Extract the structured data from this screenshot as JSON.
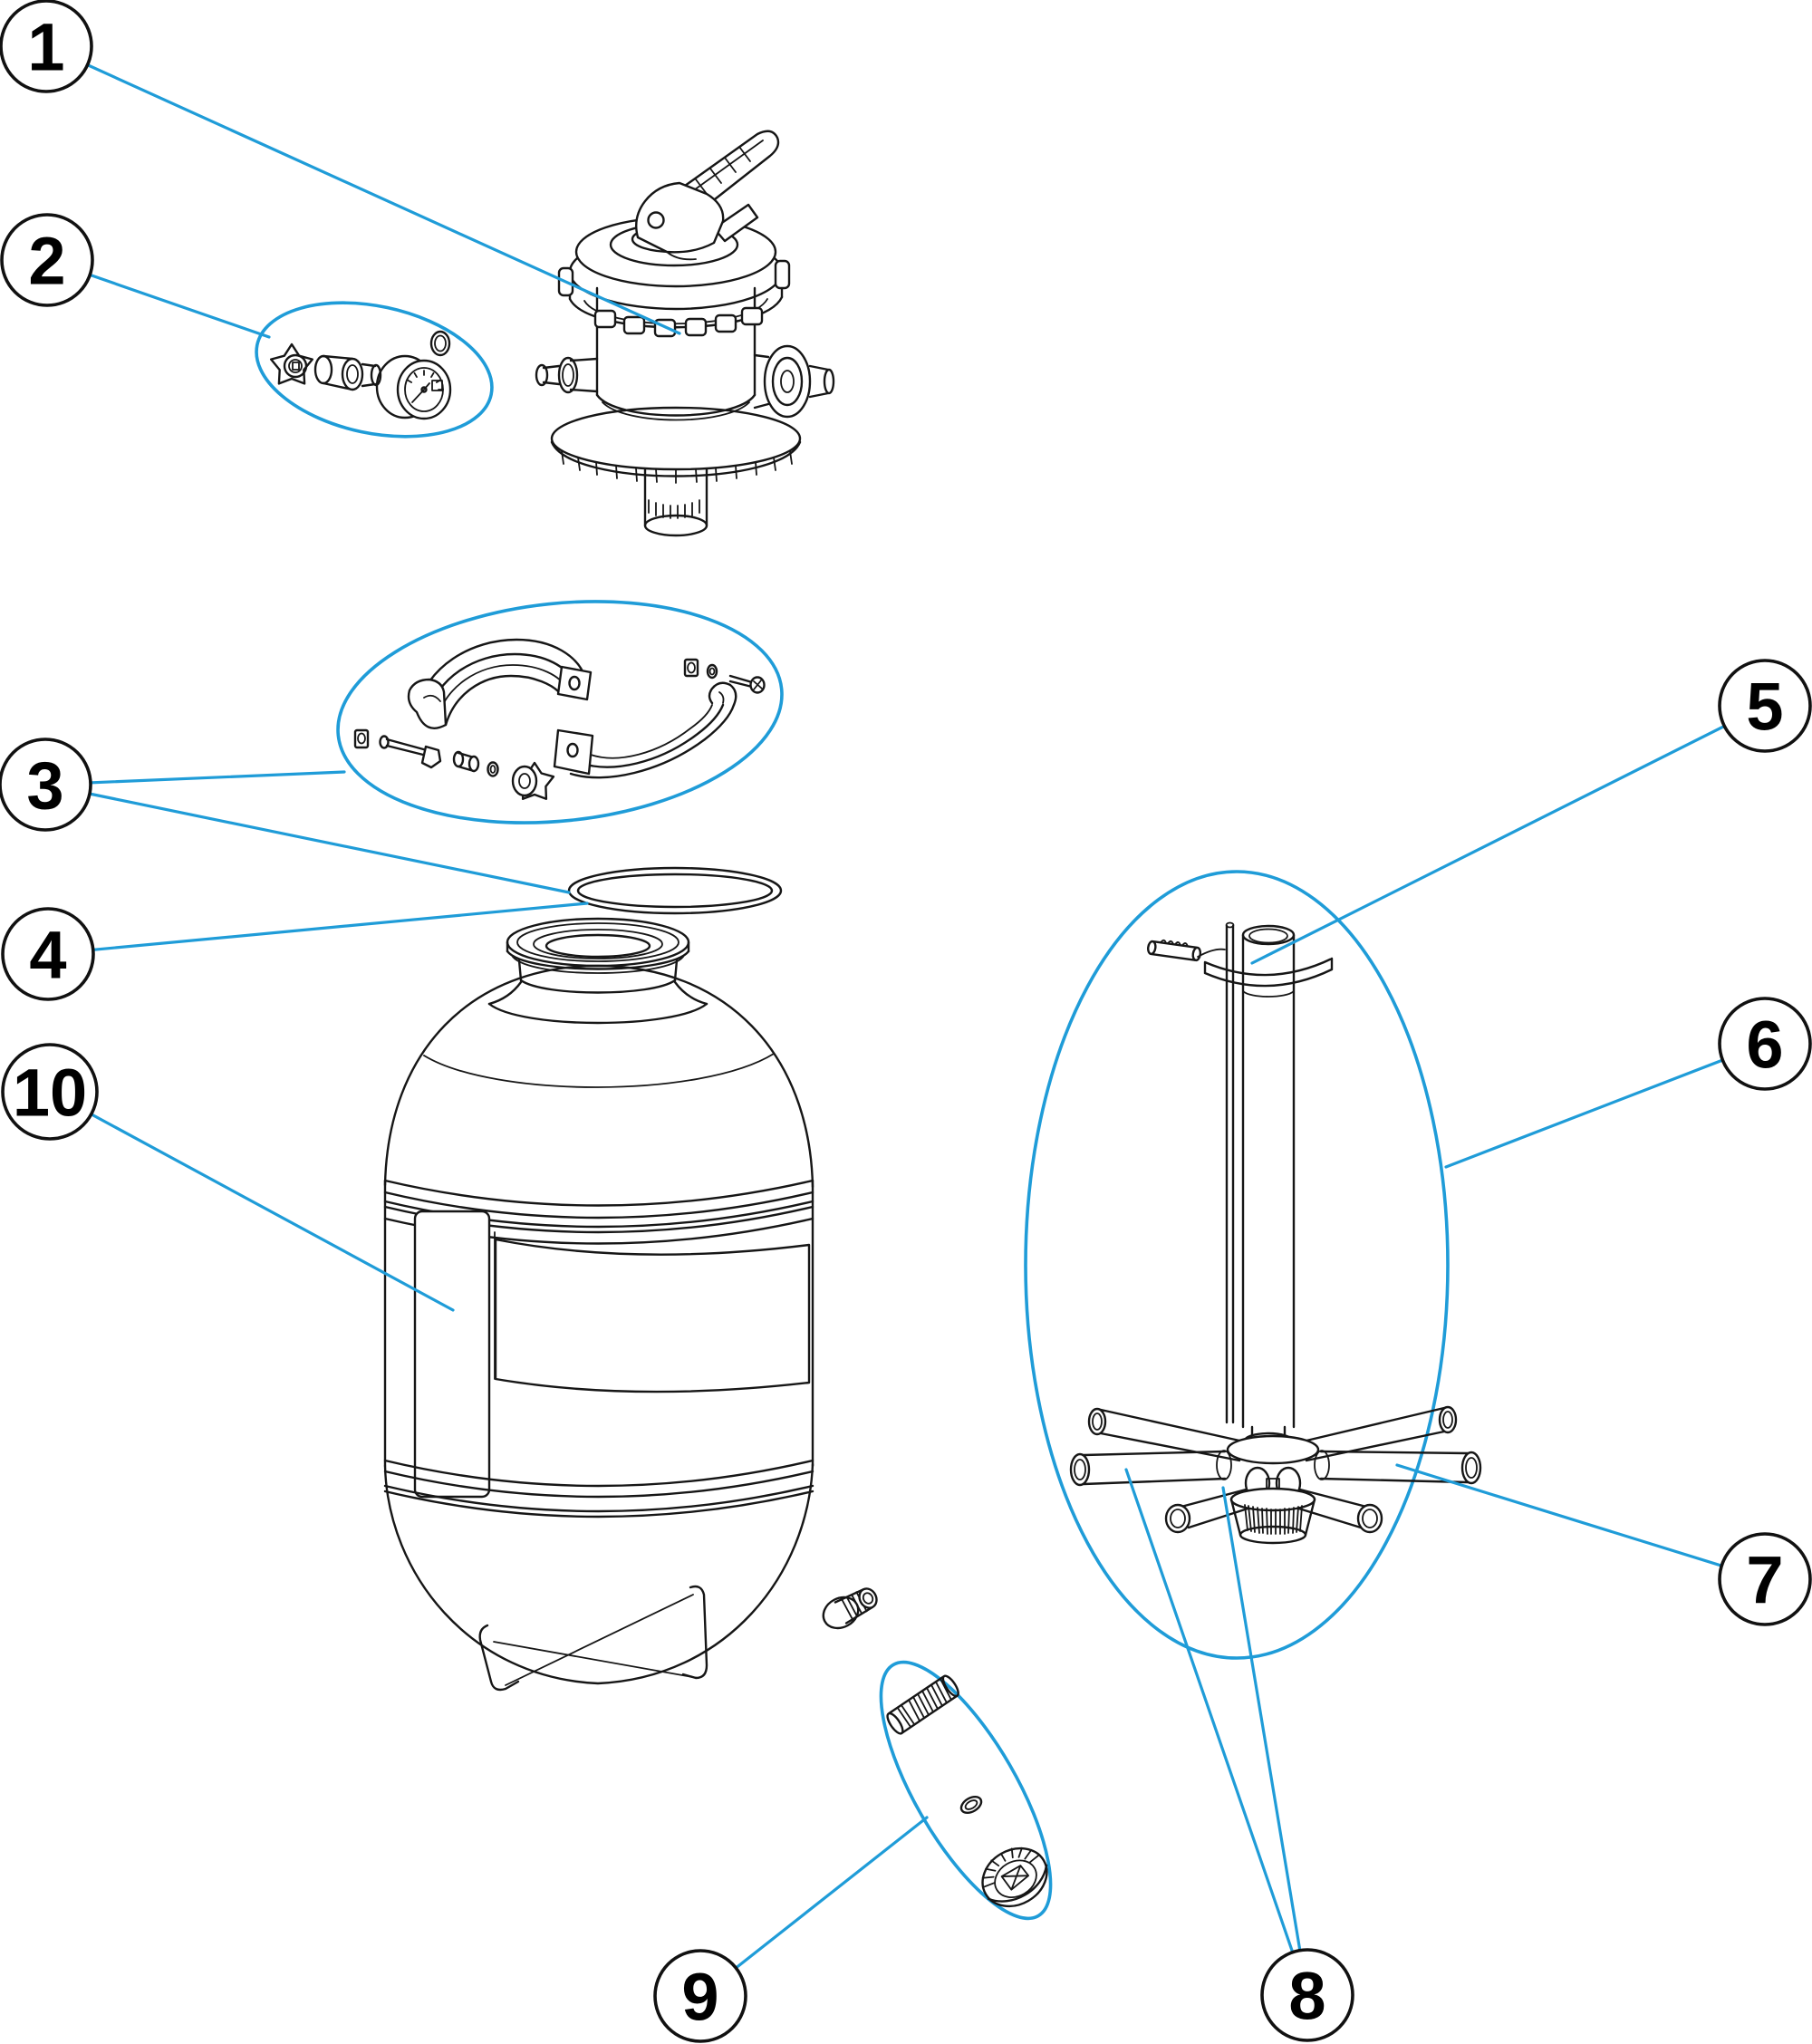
{
  "figure": {
    "title": "Sand filter exploded parts diagram",
    "type": "exploded-parts-diagram"
  },
  "colors": {
    "background": "#ffffff",
    "line": "#161616",
    "leader": "#1f9cd8",
    "callout_stroke": "#111111",
    "callout_text": "#000000"
  },
  "callouts": [
    {
      "label": "1",
      "part": "multiport-valve"
    },
    {
      "label": "2",
      "part": "gauge-and-fittings-kit"
    },
    {
      "label": "3",
      "part": "clamp-set"
    },
    {
      "label": "4",
      "part": "tank-oring"
    },
    {
      "label": "5",
      "part": "standpipe"
    },
    {
      "label": "6",
      "part": "collector-assembly"
    },
    {
      "label": "7",
      "part": "lateral-arm"
    },
    {
      "label": "8",
      "part": "laterals"
    },
    {
      "label": "9",
      "part": "drain-kit"
    },
    {
      "label": "10",
      "part": "tank-label"
    }
  ]
}
